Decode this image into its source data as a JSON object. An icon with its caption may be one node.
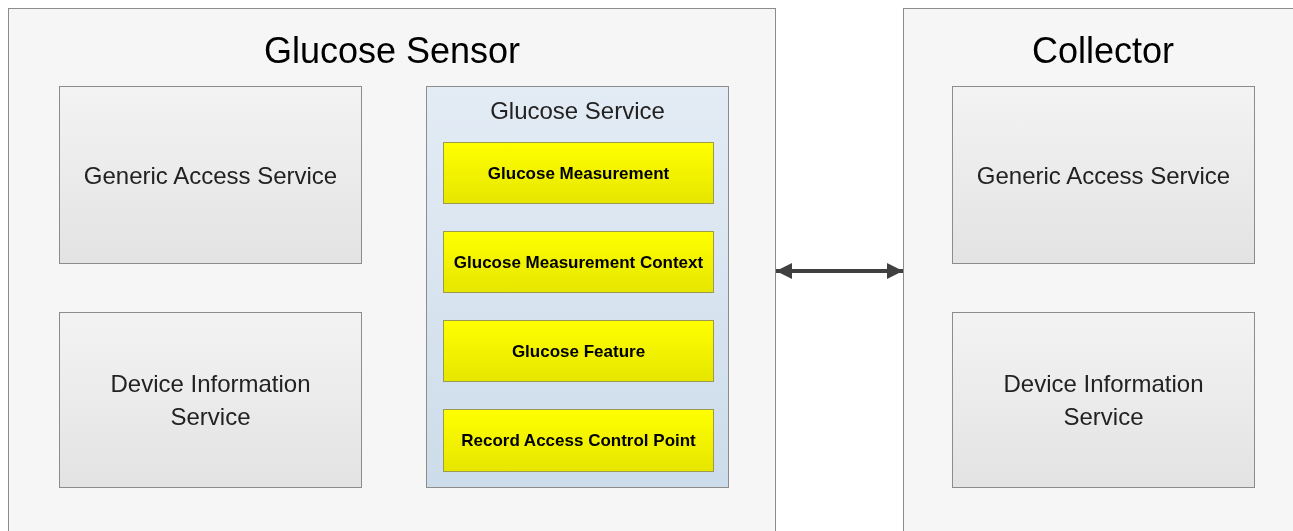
{
  "diagram": {
    "nodes": [
      {
        "text": [
          "Glucose Sensor"
        ]
      },
      {
        "text": [
          "Generic Access Service"
        ],
        "in": 0
      },
      {
        "text": [
          "Glucose Service"
        ],
        "in": 0
      },
      {
        "text": [
          "Glucose Measurement"
        ],
        "in": 2
      },
      {
        "text": [
          "Glucose Measurement Context"
        ],
        "in": 2
      },
      {
        "text": [
          "Glucose Feature"
        ],
        "in": 2
      },
      {
        "text": [
          "Record Access Control Point"
        ],
        "in": 2
      },
      {
        "text": [
          "Device Information Service"
        ],
        "in": 0
      },
      {
        "text": [
          "Collector"
        ]
      },
      {
        "text": [
          "Generic Access Service"
        ],
        "in": 8
      },
      {
        "text": [
          "Device Information Service"
        ],
        "in": 8
      }
    ],
    "edges": [
      {
        "from": 0,
        "to": 8,
        "arrow": "both"
      }
    ]
  }
}
